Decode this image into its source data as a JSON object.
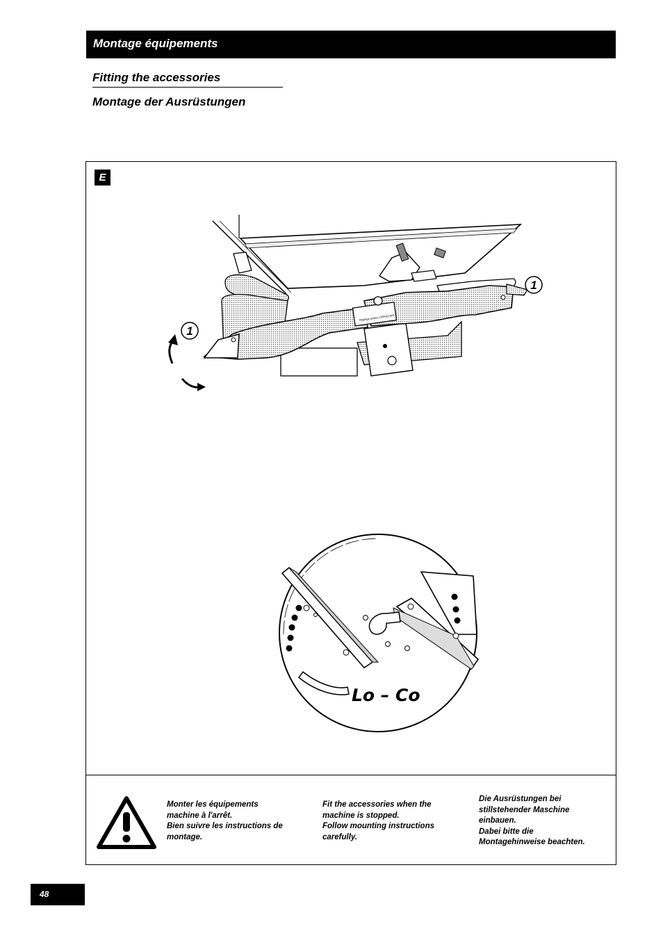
{
  "header": {
    "title": "Montage équipements"
  },
  "subtitles": {
    "english": "Fitting the accessories",
    "german": "Montage der Ausrüstungen"
  },
  "figure": {
    "label": "E",
    "callout_left": "1",
    "callout_right": "1",
    "plate_text": "Lo – Co",
    "plate_label": "Réglage petites LARGEURS"
  },
  "warning": {
    "icon": "warning-triangle-icon",
    "fr": [
      "Monter les équipements",
      "machine à l'arrêt.",
      "Bien suivre les instructions de",
      "montage."
    ],
    "en": [
      "Fit the accessories when the",
      "machine is stopped.",
      "Follow mounting instructions",
      "carefully."
    ],
    "de": [
      "Die Ausrüstungen bei",
      "stillstehender Maschine",
      "einbauen.",
      "Dabei bitte die",
      "Montagehinweise beachten."
    ]
  },
  "page_number": "48"
}
